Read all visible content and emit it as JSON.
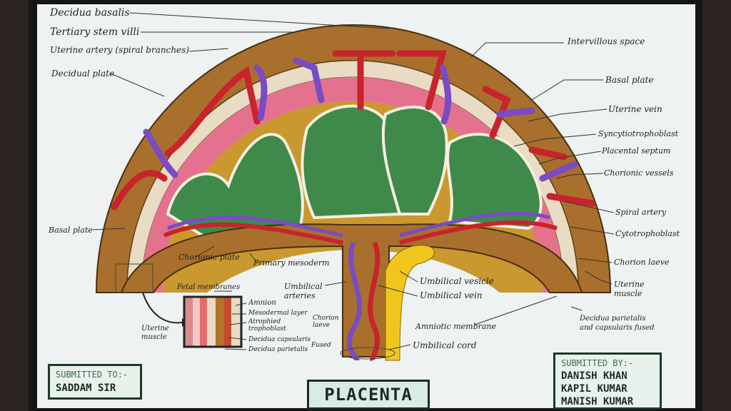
{
  "title": "PLACENTA",
  "labels": {
    "decidua_basalis": "Decidua basalis",
    "tertiary_stem_villi": "Tertiary stem villi",
    "uterine_artery": "Uterine artery (spiral branches)",
    "decidual_plate": "Decidual plate",
    "basal_plate_left": "Basal plate",
    "intervillous_space": "Intervillous space",
    "basal_plate_right": "Basal plate",
    "uterine_vein": "Uterine vein",
    "syncytiotrophoblast": "Syncytiotrophoblast",
    "placental_septum": "Placental septum",
    "chorionic_vessels": "Chorionic vessels",
    "spiral_artery": "Spiral artery",
    "cytotrophoblast": "Cytotrophoblast",
    "chorion_laeve": "Chorion laeve",
    "uterine_muscle_right": "Uterine muscle",
    "decidua_parietalis_fused": "Decidua parietalis and capsularis fused",
    "chorionic_plate": "Chorionic plate",
    "primary_mesoderm": "Primary mesoderm",
    "umbilical_arteries": "Umbilical arteries",
    "umbilical_vesicle": "Umbilical vesicle",
    "umbilical_vein": "Umbilical vein",
    "amniotic_membrane": "Amniotic membrane",
    "umbilical_cord": "Umbilical cord"
  },
  "inset": {
    "heading": "Fetal membranes",
    "uterine_muscle": "Uterine muscle",
    "amnion": "Amnion",
    "mesodermal_layer": "Mesodermal layer",
    "atrophied_trophoblast": "Atrophied trophoblast",
    "chorion_laeve": "Chorion laeve",
    "decidua_capsularis": "Decidua capsularis",
    "decidua_parietalis": "Decidua parietalis",
    "fused": "Fused"
  },
  "submitted_to": {
    "heading": "SUBMITTED TO:-",
    "name": "SADDAM SIR"
  },
  "submitted_by": {
    "heading": "SUBMITTED BY:-",
    "names": [
      "DANISH KHAN",
      "KAPIL KUMAR",
      "MANISH KUMAR"
    ]
  },
  "colors": {
    "decidua": "#a8702c",
    "pink": "#e4728e",
    "villi": "#3f8a4a",
    "artery": "#c9232b",
    "vein": "#7a4bc4",
    "yolk": "#f1c61c"
  }
}
